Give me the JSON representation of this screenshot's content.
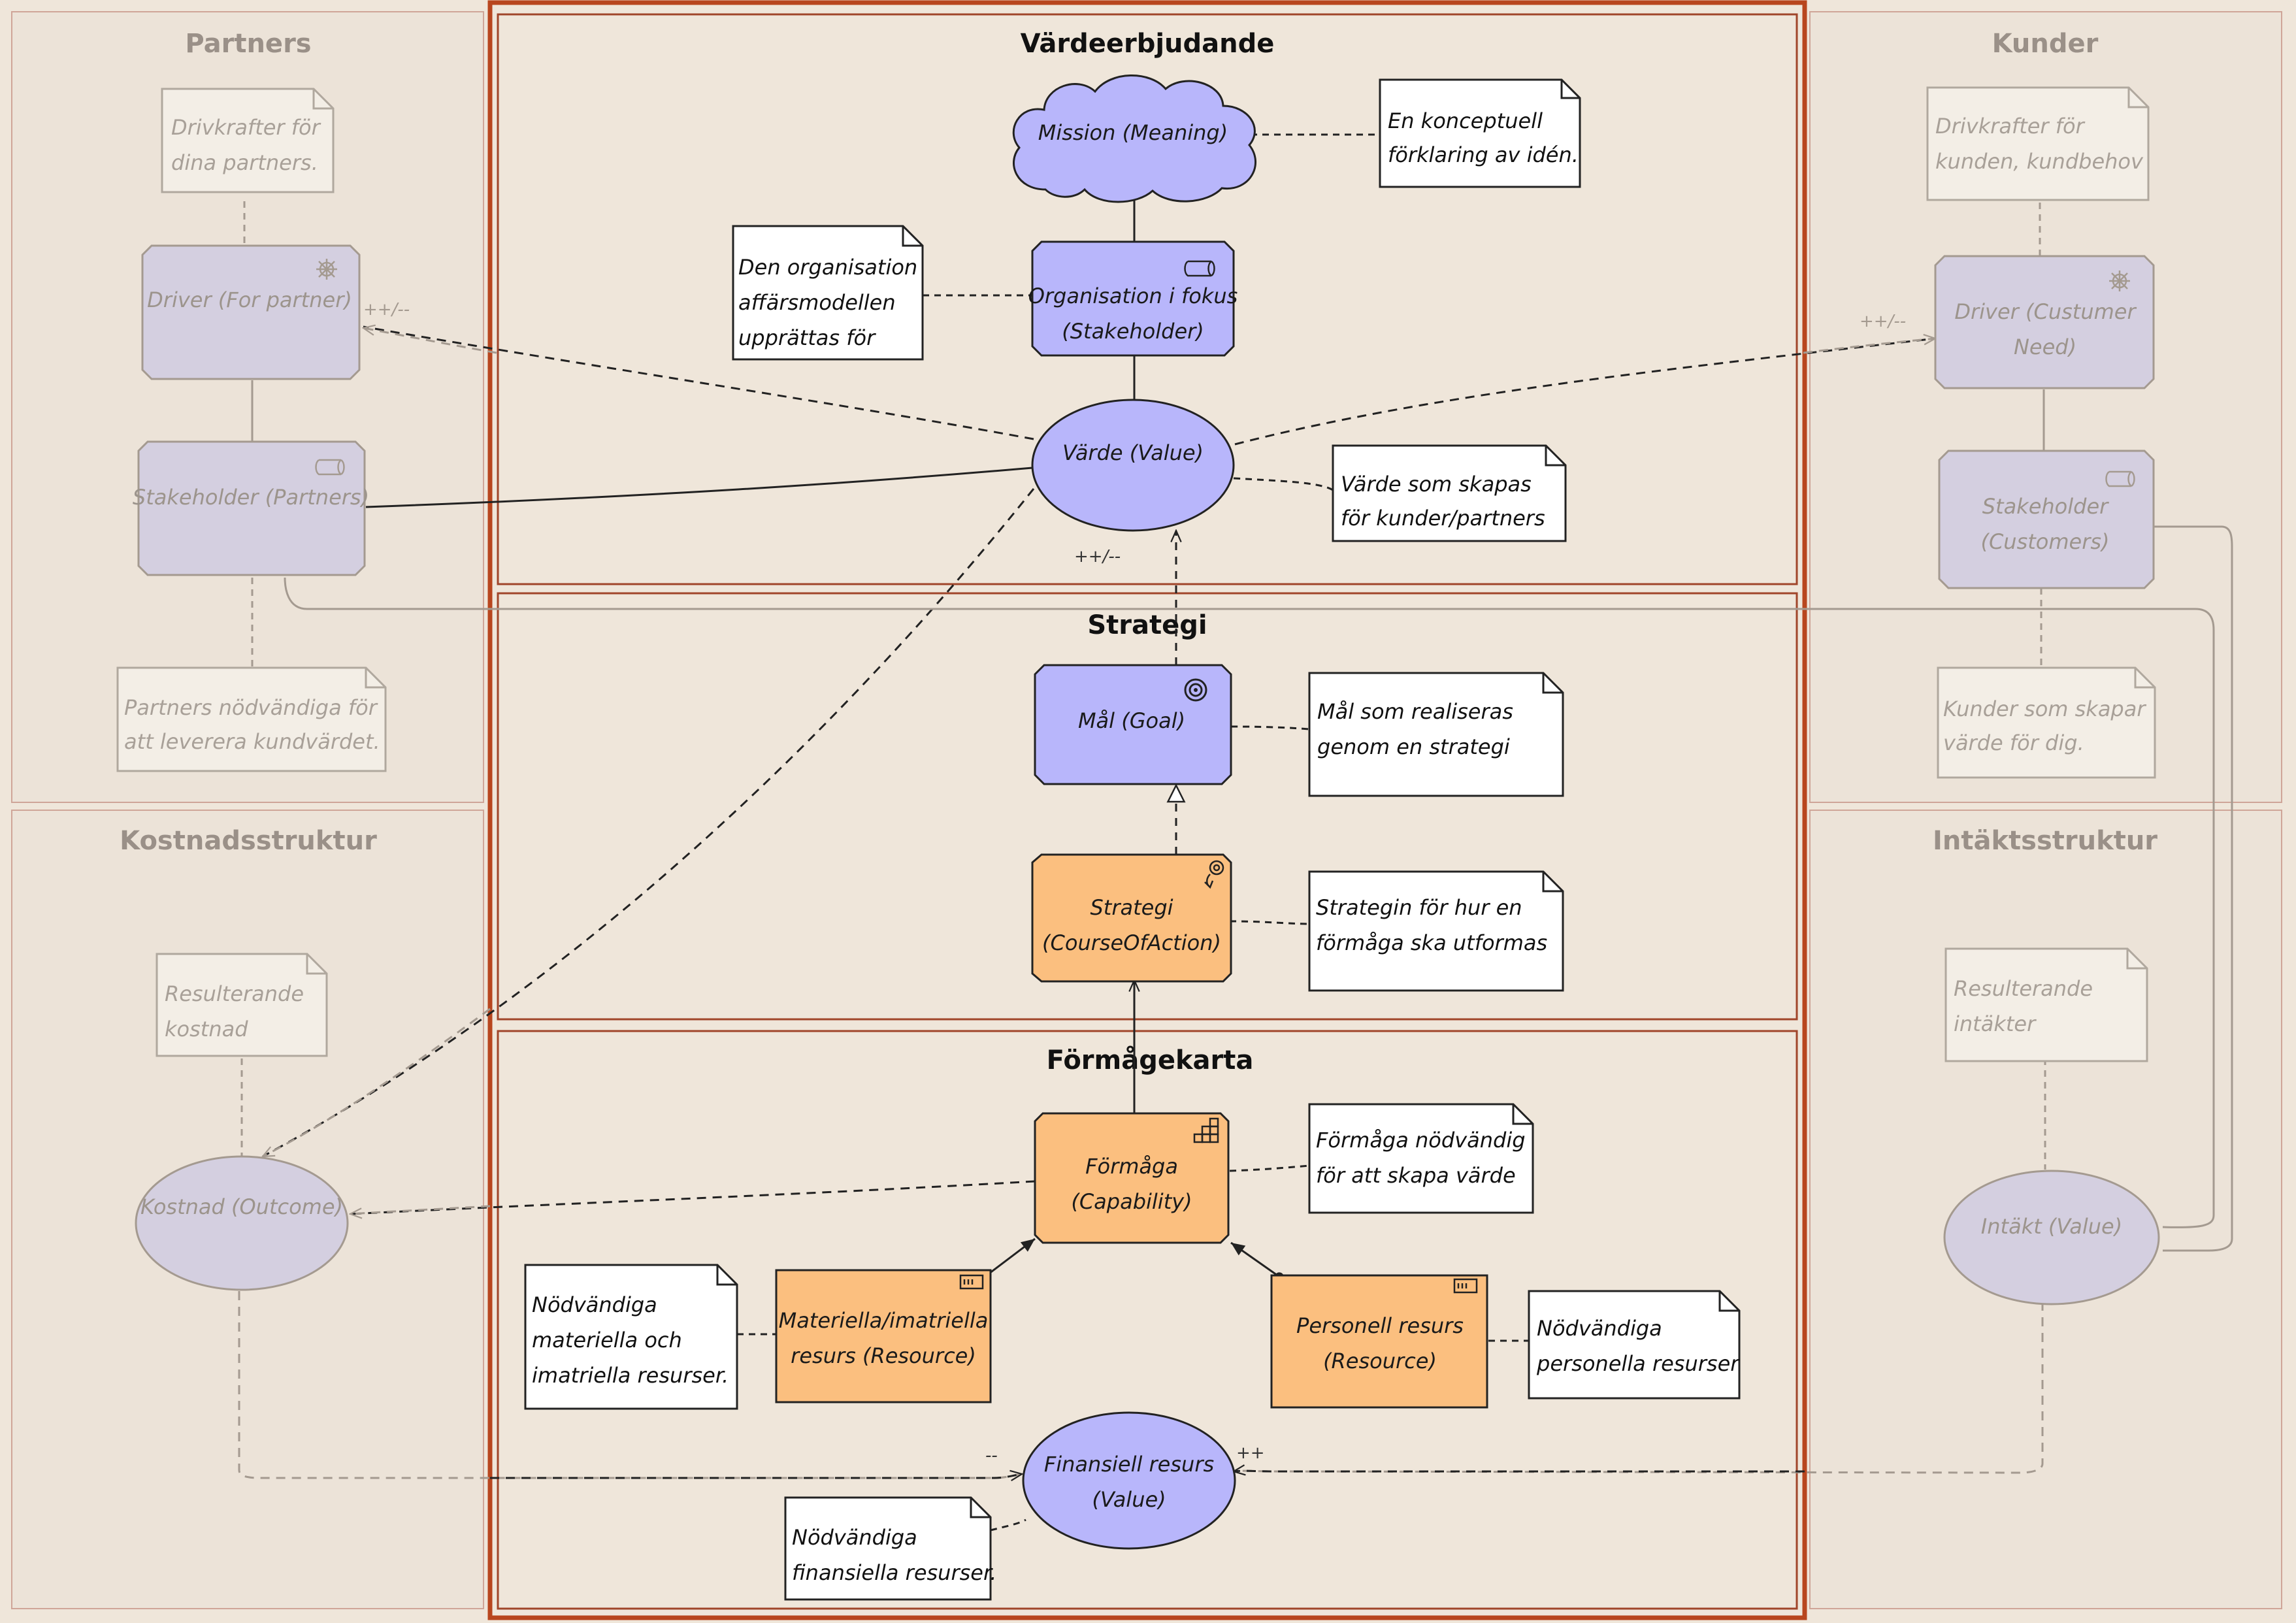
{
  "colors": {
    "background": "#efe6da",
    "frame": "#b8461e",
    "value_purple": "#b8b6fb",
    "strategy_orange": "#fbbf7f",
    "faded_purple": "#d4cfe0",
    "note_white": "#ffffff",
    "faded_note": "#f3eee6"
  },
  "sections": {
    "partners": "Partners",
    "customers": "Kunder",
    "cost_structure": "Kostnadsstruktur",
    "revenue_structure": "Intäktsstruktur",
    "value_proposition": "Värdeerbjudande",
    "strategy": "Strategi",
    "capability_map": "Förmågekarta"
  },
  "elements": {
    "mission": [
      "Mission (Meaning)"
    ],
    "organisation": [
      "Organisation i fokus",
      "(Stakeholder)"
    ],
    "value": [
      "Värde (Value)"
    ],
    "goal": [
      "Mål (Goal)"
    ],
    "strategy": [
      "Strategi",
      "(CourseOfAction)"
    ],
    "capability": [
      "Förmåga",
      "(Capability)"
    ],
    "material_resource": [
      "Materiella/imatriella",
      "resurs (Resource)"
    ],
    "personnel_resource": [
      "Personell resurs",
      "(Resource)"
    ],
    "financial_resource": [
      "Finansiell resurs",
      "(Value)"
    ],
    "partner_driver": [
      "Driver (For partner)"
    ],
    "partner_stakeholder": [
      "Stakeholder (Partners)"
    ],
    "customer_driver": [
      "Driver (Custumer",
      "Need)"
    ],
    "customer_stakeholder": [
      "Stakeholder",
      "(Customers)"
    ],
    "cost": [
      "Kostnad (Outcome)"
    ],
    "revenue": [
      "Intäkt (Value)"
    ]
  },
  "notes": {
    "mission_note": [
      "En konceptuell",
      "förklaring av idén."
    ],
    "organisation_note": [
      "Den organisation",
      "affärsmodellen",
      "upprättas för"
    ],
    "value_note": [
      "Värde som skapas",
      "för kunder/partners"
    ],
    "goal_note": [
      "Mål som realiseras",
      "genom en strategi"
    ],
    "strategy_note": [
      "Strategin för hur en",
      "förmåga ska utformas"
    ],
    "capability_note": [
      "Förmåga nödvändig",
      "för att skapa värde"
    ],
    "material_note": [
      "Nödvändiga",
      "materiella och",
      "imatriella resurser."
    ],
    "personnel_note": [
      "Nödvändiga",
      "personella resurser"
    ],
    "financial_note": [
      "Nödvändiga",
      "finansiella resurser."
    ],
    "partner_driver_note": [
      "Drivkrafter för",
      "dina partners."
    ],
    "partner_stakeholder_note": [
      "Partners nödvändiga för",
      "att leverera kundvärdet."
    ],
    "customer_driver_note": [
      "Drivkrafter för",
      "kunden, kundbehov"
    ],
    "customer_stakeholder_note": [
      "Kunder som skapar",
      "värde för dig."
    ],
    "cost_note": [
      "Resulterande",
      "kostnad"
    ],
    "revenue_note": [
      "Resulterande",
      "intäkter"
    ]
  },
  "influence_labels": {
    "plus_minus": "++/--",
    "minus": "--",
    "plus": "++"
  }
}
